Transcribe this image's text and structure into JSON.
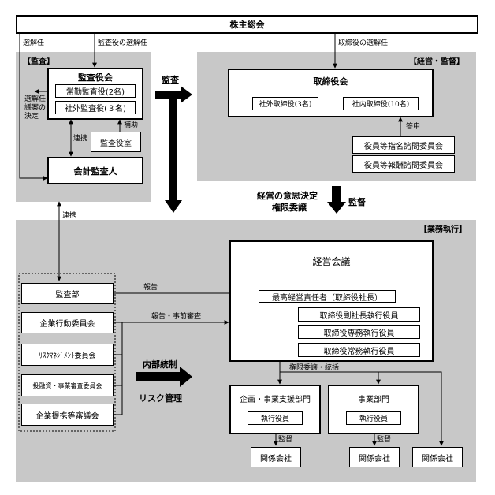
{
  "top": {
    "title": "株主総会"
  },
  "audit": {
    "region_label": "【監査】",
    "elect_label": "選解任",
    "auditor_elect_label": "監査役の選解任",
    "board": {
      "title": "監査役会",
      "fulltime": "常勤監査役(2名)",
      "outside": "社外監査役(３名)"
    },
    "left_note": [
      "選解任",
      "議案の",
      "決定"
    ],
    "support_label": "補助",
    "office": "監査役室",
    "coop_label": "連携",
    "accountant": "会計監査人"
  },
  "mgmt": {
    "region_label": "【経営・監督】",
    "director_elect_label": "取締役の選解任",
    "board": {
      "title": "取締役会",
      "outside": "社外取締役(3名)",
      "inside": "社内取締役(10名)"
    },
    "report_label": "答申",
    "committees": [
      "役員等指名諮問委員会",
      "役員等報酬諮問委員会"
    ]
  },
  "arrows": {
    "audit": "監査",
    "decision": "経営の意思決定",
    "delegation": "権限委譲",
    "supervision": "監督",
    "coop": "連携"
  },
  "exec": {
    "region_label": "【業務執行】",
    "left_boxes": [
      "監査部",
      "企業行動委員会",
      "ﾘｽｸﾏﾈｼﾞﾒﾝﾄ委員会",
      "投融資・事業審査委員会",
      "企業提携等審議会"
    ],
    "report_label": "報告",
    "report_review_label": "報告・事前審査",
    "internal_control": "内部統制",
    "risk_mgmt": "リスク管理",
    "council": {
      "title": "経営会議",
      "ceo": "最高経営責任者（取締役社長）",
      "officers": [
        "取締役副社長執行役員",
        "取締役専務執行役員",
        "取締役常務執行役員"
      ]
    },
    "delegation_label": "権限委譲・統括",
    "div1": {
      "title": "企画・事業支援部門",
      "officer": "執行役員"
    },
    "div2": {
      "title": "事業部門",
      "officer": "執行役員"
    },
    "supervise_label": "監督",
    "affiliates": [
      "関係会社",
      "関係会社",
      "関係会社"
    ]
  }
}
